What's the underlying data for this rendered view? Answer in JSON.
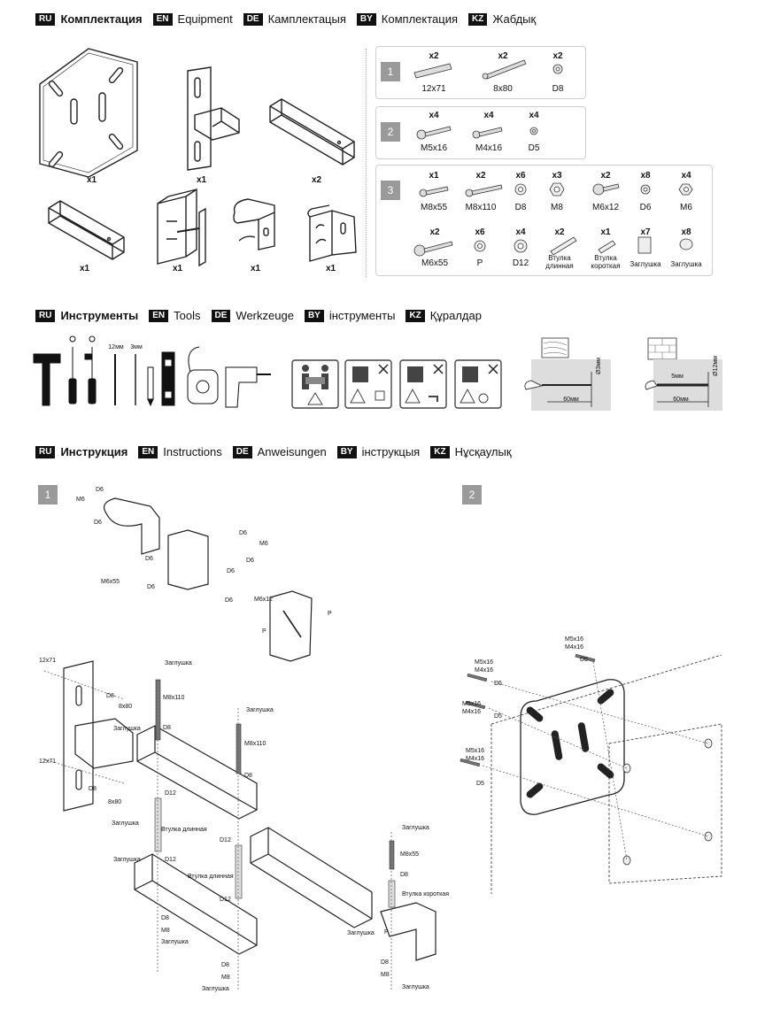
{
  "sections": {
    "equipment": [
      {
        "code": "RU",
        "label": "Комплектация"
      },
      {
        "code": "EN",
        "label": "Equipment"
      },
      {
        "code": "DE",
        "label": "Камплектацыя"
      },
      {
        "code": "BY",
        "label": "Комплектация"
      },
      {
        "code": "KZ",
        "label": "Жабдық"
      }
    ],
    "tools": [
      {
        "code": "RU",
        "label": "Инструменты"
      },
      {
        "code": "EN",
        "label": "Tools"
      },
      {
        "code": "DE",
        "label": "Werkzeuge"
      },
      {
        "code": "BY",
        "label": "інструменты"
      },
      {
        "code": "KZ",
        "label": "Құралдар"
      }
    ],
    "instructions": [
      {
        "code": "RU",
        "label": "Инструкция"
      },
      {
        "code": "EN",
        "label": "Instructions"
      },
      {
        "code": "DE",
        "label": "Anweisungen"
      },
      {
        "code": "BY",
        "label": "інструкцыя"
      },
      {
        "code": "KZ",
        "label": "Нұсқаулық"
      }
    ]
  },
  "equipment_items": {
    "plate": "x1",
    "bracket_wall": "x1",
    "tube_long": "x2",
    "tube_short": "x1",
    "clamp": "x1",
    "hook_bracket": "x1",
    "corner_bracket": "x1"
  },
  "packs": [
    {
      "number": "1",
      "items": [
        {
          "qty": "x2",
          "name": "12x71"
        },
        {
          "qty": "x2",
          "name": "8x80"
        },
        {
          "qty": "x2",
          "name": "D8"
        }
      ]
    },
    {
      "number": "2",
      "items": [
        {
          "qty": "x4",
          "name": "M5x16"
        },
        {
          "qty": "x4",
          "name": "M4x16"
        },
        {
          "qty": "x4",
          "name": "D5"
        }
      ]
    },
    {
      "number": "3",
      "row1": [
        {
          "qty": "x1",
          "name": "M8x55"
        },
        {
          "qty": "x2",
          "name": "M8x110"
        },
        {
          "qty": "x6",
          "name": "D8"
        },
        {
          "qty": "x3",
          "name": "M8"
        },
        {
          "qty": "x2",
          "name": "M6x12"
        },
        {
          "qty": "x8",
          "name": "D6"
        },
        {
          "qty": "x4",
          "name": "M6"
        }
      ],
      "row2": [
        {
          "qty": "x2",
          "name": "M6x55"
        },
        {
          "qty": "x6",
          "name": "P"
        },
        {
          "qty": "x4",
          "name": "D12"
        },
        {
          "qty": "x2",
          "name": "Втулка длинная"
        },
        {
          "qty": "x1",
          "name": "Втулка короткая"
        },
        {
          "qty": "x7",
          "name": "Заглушка"
        },
        {
          "qty": "x8",
          "name": "Заглушка"
        }
      ]
    }
  ],
  "tools": {
    "drill1": "12мм",
    "drill2": "3мм"
  },
  "drill_diagrams": {
    "wood": {
      "diam": "Ø3мм",
      "depth": "60мм"
    },
    "brick": {
      "diam": "Ø12мм",
      "offset": "5мм",
      "depth": "60мм"
    }
  },
  "steps": {
    "step1": "1",
    "step2": "2"
  },
  "step1_labels": {
    "d6": "D6",
    "m6": "M6",
    "m6x55": "M6x55",
    "m6x12": "M6x12",
    "p": "P",
    "s12x71": "12x71",
    "s8x80": "8x80",
    "d8": "D8",
    "m8x110": "M8x110",
    "cap": "Заглушка",
    "d12": "D12",
    "sleeve_long": "Втулка длинная",
    "sleeve_short": "Втулка короткая",
    "m8x55": "M8x55",
    "m8": "M8"
  },
  "step2_labels": {
    "m5x16": "M5x16",
    "m4x16": "M4x16",
    "d5": "D5"
  },
  "colors": {
    "tag_bg": "#111111",
    "step_badge": "#9a9a9a",
    "panel_border": "#cfcfcf",
    "line": "#222222"
  }
}
